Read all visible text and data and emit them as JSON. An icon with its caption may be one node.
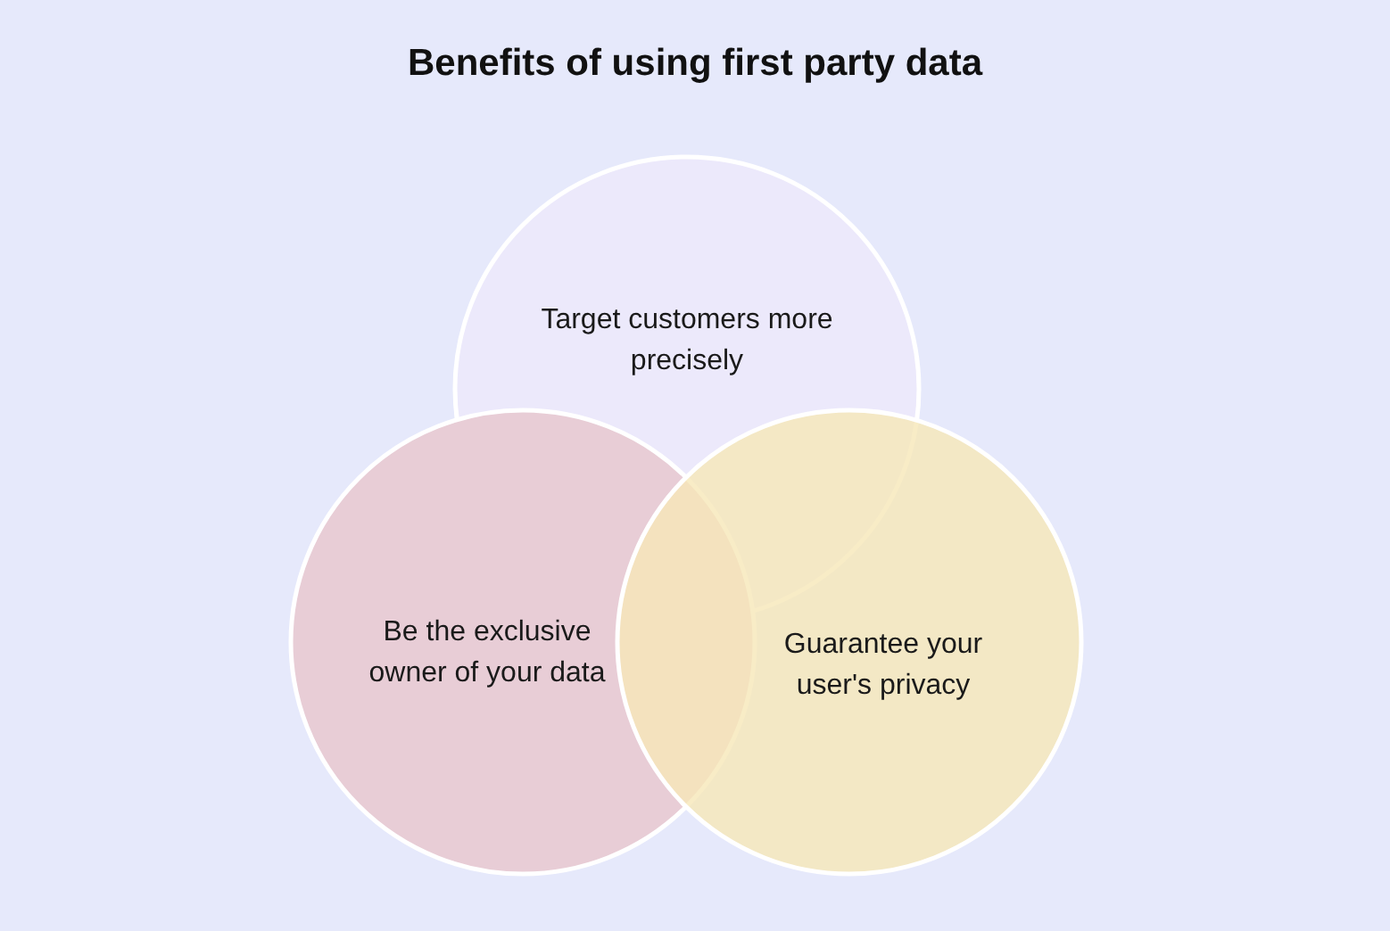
{
  "diagram": {
    "title": "Benefits of using first party data",
    "nodes": [
      {
        "text": [
          "Target customers more precisely"
        ]
      },
      {
        "text": [
          "Be the exclusive owner of your data"
        ]
      },
      {
        "text": [
          "Guarantee your user's privacy"
        ]
      }
    ]
  }
}
